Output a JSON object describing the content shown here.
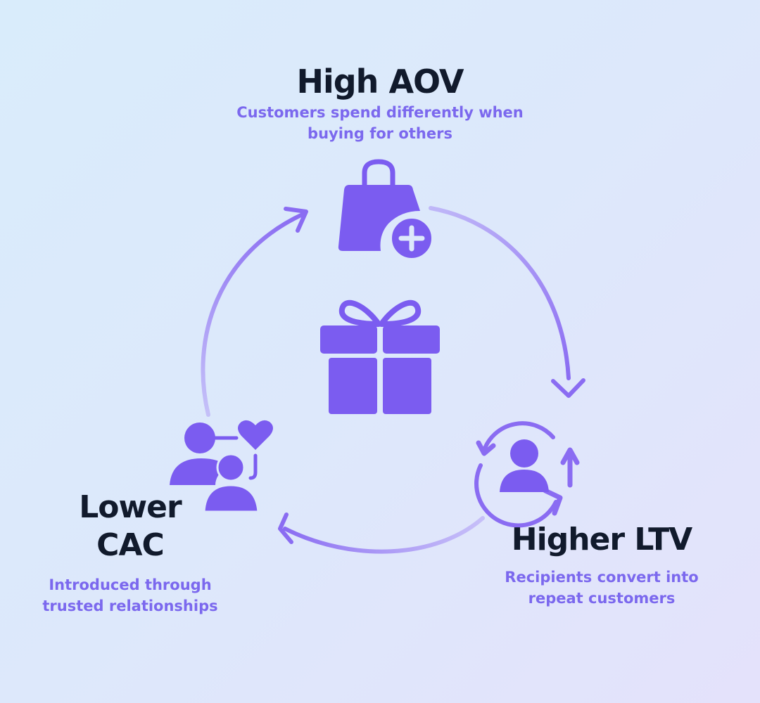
{
  "nodes": {
    "top": {
      "title": "High AOV",
      "description": "Customers spend differently when buying for others",
      "icon": "shopping-bag-plus-icon"
    },
    "right": {
      "title": "Higher LTV",
      "description": "Recipients convert into repeat customers",
      "icon": "repeat-customer-icon"
    },
    "left": {
      "title_line1": "Lower",
      "title_line2": "CAC",
      "description": "Introduced through trusted relationships",
      "icon": "referral-heart-icon"
    }
  },
  "center_icon": "gift-icon",
  "colors": {
    "accent": "#7b5cf0",
    "arrow": "#8a6cf2",
    "title": "#111a2c",
    "description": "#7b68ee"
  }
}
